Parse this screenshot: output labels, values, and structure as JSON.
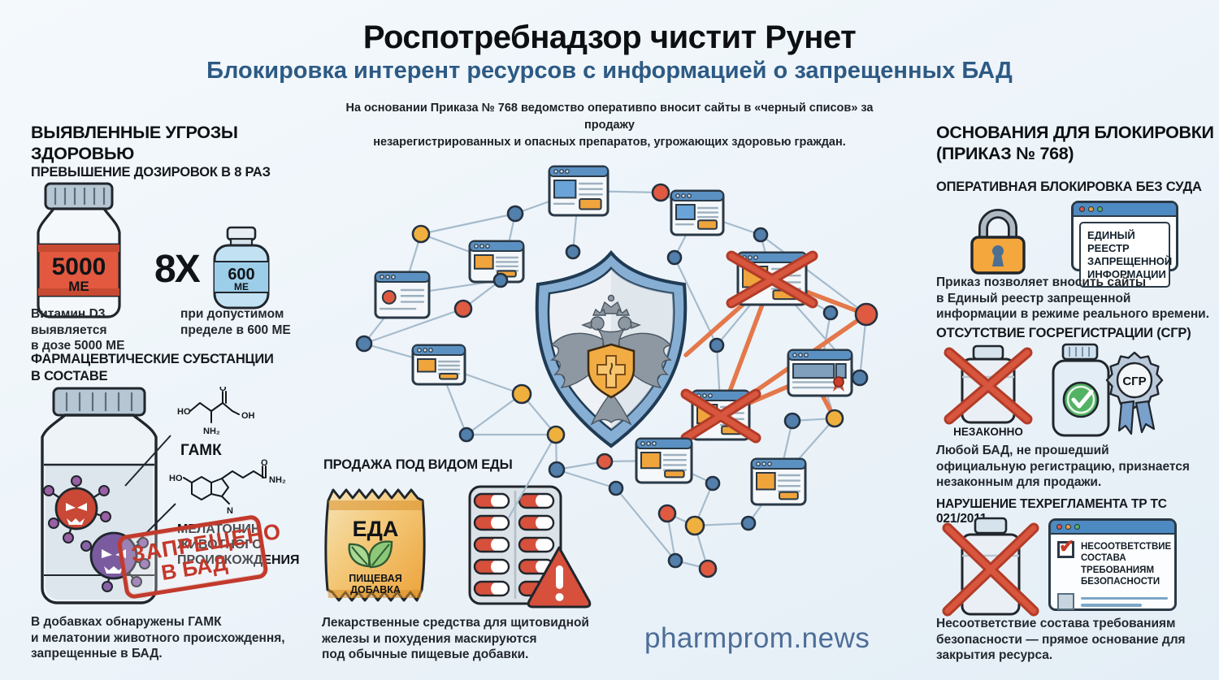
{
  "page": {
    "title": "Роспотребнадзор чистит Рунет",
    "subtitle": "Блокировка интерент ресурсов  с информацией о запрещенных БАД",
    "intro": [
      "На основании Приказа № 768 ведомство оперативпо вносит сайты в «черный списов» за продажу",
      "незарегистрированных и опасных препаратов, угрожающих здоровью граждан."
    ],
    "watermark": "pharmprom.news"
  },
  "threats": {
    "title": "ВЫЯВЛЕННЫЕ УГРОЗЫ ЗДОРОВЬЮ",
    "overdose": {
      "heading": "ПРЕВЫШЕНИЕ ДОЗИРОВОК В 8 РАЗ",
      "big_bottle_value": "5000",
      "big_bottle_unit": "МЕ",
      "multiplier": "8X",
      "small_bottle_value": "600",
      "small_bottle_unit": "МЕ",
      "caption_left": [
        "Витамин D3 выявляется",
        "в дозе 5000 МЕ"
      ],
      "caption_right": [
        "при допустимом",
        "пределе в 600 МЕ"
      ]
    },
    "pharma": {
      "heading": [
        "ФАРМАЦЕВТИЧЕСКИЕ СУБСТАНЦИИ",
        "В СОСТАВЕ"
      ],
      "gaba_label": "ГАМК",
      "melatonin_label": [
        "МЕЛАТОНИН",
        "ЖИВОТНОГО",
        "ПРОИСКОЖДЕНИЯ"
      ],
      "chem": {
        "ho": "HO",
        "o": "O",
        "oh": "OH",
        "nh2": "NH₂",
        "n": "N"
      },
      "stamp": [
        "ЗАПРЕЩЕНО",
        "В БАД"
      ],
      "caption": [
        "В добавках обнаружены ГАМК",
        "и мелатонии животного происхождення,",
        "запрещенные в БАД."
      ]
    },
    "food": {
      "heading": "ПРОДАЖА ПОД ВИДОМ ЕДЫ",
      "packet_title": "ЕДА",
      "packet_sub": [
        "ПИЩЕВАЯ",
        "ДОБАВКА"
      ],
      "caption": [
        "Лекарственные средства для щитовидной",
        "железы и похудения маскируются",
        "под обычные пищевые добавки."
      ]
    }
  },
  "grounds": {
    "title": [
      "ОСНОВАНИЯ ДЛЯ БЛОКИРОВКИ",
      "(ПРИКАЗ № 768)"
    ],
    "block1": {
      "heading": "ОПЕРАТИВНАЯ БЛОКИРОВКА БЕЗ СУДА",
      "registry": [
        "ЕДИНЫЙ РЕЕСТР",
        "ЗАПРЕЩЕННОЙ",
        "ИНФОРМАЦИИ"
      ],
      "caption": [
        "Приказ позволяет вносить сайты",
        "в Единый реестр запрещенной",
        "информации в режиме реального времени."
      ]
    },
    "block2": {
      "heading": "ОТСУТСТВИЕ ГОСРЕГИСТРАЦИИ (СГР)",
      "illegal_label": "НЕЗАКОННО",
      "badge_label": "СГР",
      "caption": [
        "Любой БАД, не прошедший",
        "официальную регистрацию, признается",
        "незаконным для продажи."
      ]
    },
    "block3": {
      "heading": "НАРУШЕНИЕ ТЕХРЕГЛАМЕНТА ТР ТС 021/2011",
      "checkbox_label": [
        "НЕСООТВЕТСТВИЕ",
        "СОСТАВА",
        "ТРЕБОВАНИЯМ",
        "БЕЗОПАСНОСТИ"
      ],
      "caption": [
        "Несоответствие состава требованиям",
        "безопасности — прямое основание для",
        "закрытия ресурса."
      ]
    }
  },
  "colors": {
    "background": "#ecf3f9",
    "subtitle_blue": "#2d5a84",
    "accent_red": "#df5a41",
    "accent_orange": "#f0a43c",
    "accent_blue": "#527fab",
    "stamp_red": "#c4382a",
    "shield_blue": "#87aed3",
    "watermark_blue": "#4c6d97"
  }
}
